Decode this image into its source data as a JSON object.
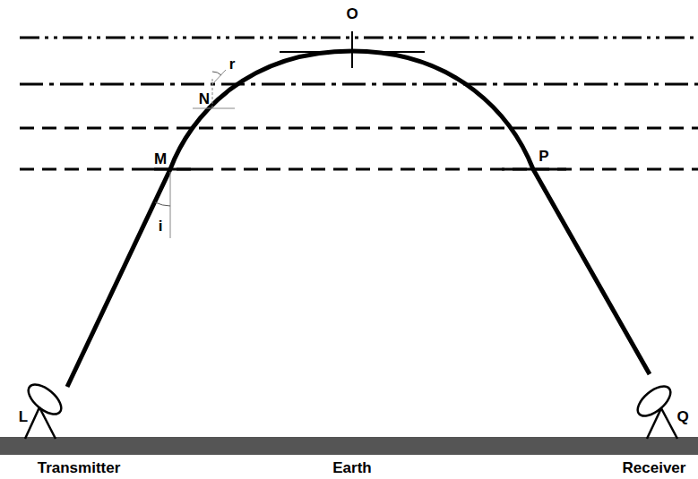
{
  "diagram": {
    "labels": [
      "O",
      "r",
      "N",
      "M",
      "i",
      "P",
      "L",
      "Q",
      "Transmitter",
      "Earth",
      "Receiver"
    ]
  }
}
